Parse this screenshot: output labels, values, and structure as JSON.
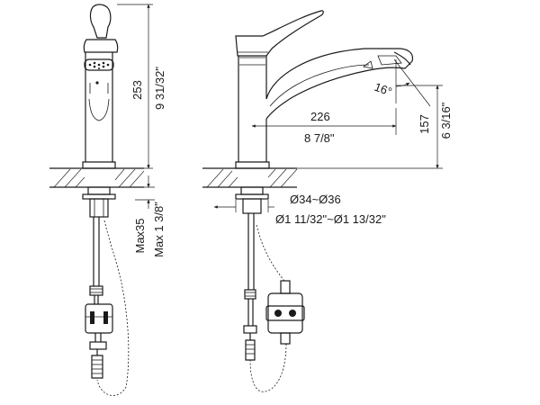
{
  "dimensions": {
    "height_mm": "253",
    "height_in": "9 31/32\"",
    "max_mm": "Max35",
    "max_in": "Max 1 3/8\"",
    "reach_mm": "226",
    "reach_in": "8 7/8\"",
    "spout_h_mm": "157",
    "spout_h_in": "6 3/16\"",
    "angle": "16°",
    "hole_mm": "Ø34~Ø36",
    "hole_in": "Ø1 11/32\"~Ø1 13/32\""
  }
}
